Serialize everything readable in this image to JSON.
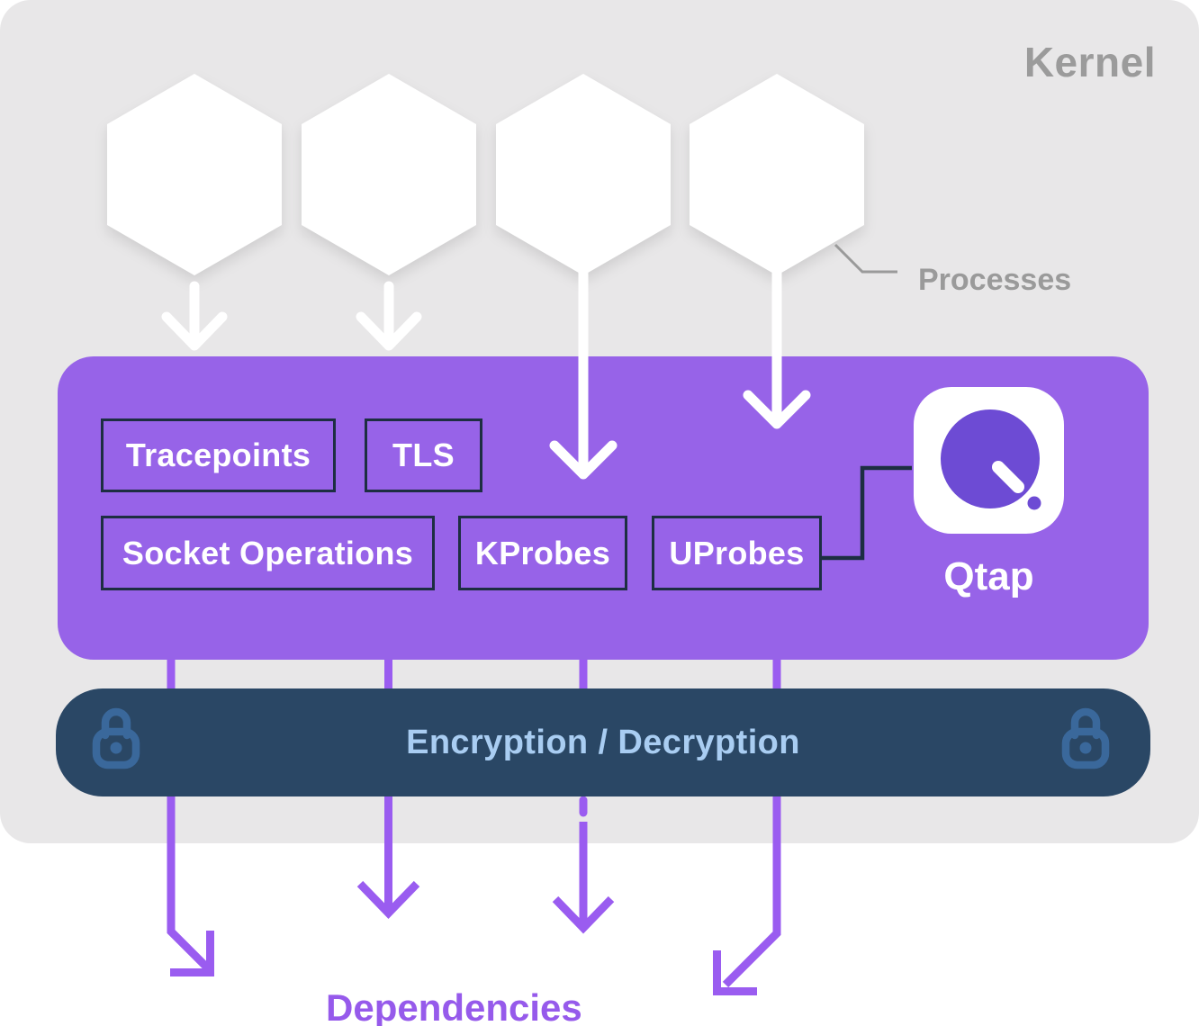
{
  "labels": {
    "kernel": "Kernel",
    "processes": "Processes",
    "dependencies": "Dependencies",
    "encryption": "Encryption / Decryption",
    "qtap": "Qtap"
  },
  "probe_boxes": [
    {
      "label": "Tracepoints"
    },
    {
      "label": "TLS"
    },
    {
      "label": "Socket Operations"
    },
    {
      "label": "KProbes"
    },
    {
      "label": "UProbes"
    }
  ],
  "processes": {
    "hexagon_count": 4
  },
  "icons": {
    "lock_left": "lock-icon",
    "lock_right": "lock-icon",
    "qtap_logo": "qtap-dial-icon"
  },
  "colors": {
    "kernel_bg": "#E8E7E8",
    "purple_box": "#9763E8",
    "arrow_purple": "#9A5CF0",
    "navy_bar": "#2A4765",
    "lock_blue": "#3A689B",
    "encryption_text": "#A9CDF2",
    "gray_label": "#9B9B9B",
    "qtap_circle": "#6D4BD4",
    "probe_box_border": "#1D2E42",
    "white": "#FFFFFF"
  }
}
